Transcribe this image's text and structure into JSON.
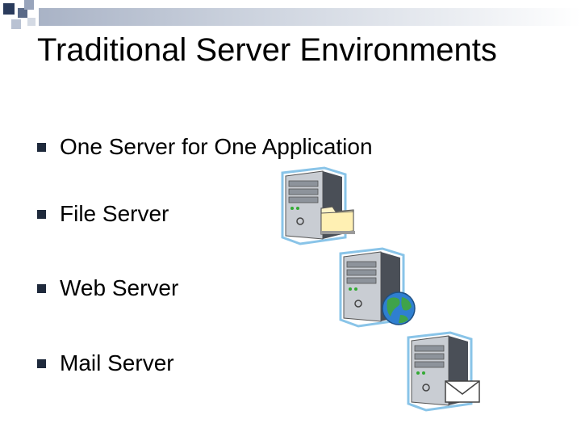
{
  "slide": {
    "title": "Traditional Server Environments",
    "bullets": [
      {
        "label": "One Server for One Application"
      },
      {
        "label": "File Server",
        "icon": "file-server-icon"
      },
      {
        "label": "Web Server",
        "icon": "web-server-icon"
      },
      {
        "label": "Mail Server",
        "icon": "mail-server-icon"
      }
    ]
  },
  "colors": {
    "bullet": "#1f2a3c",
    "band_dark": "#2a3b5c",
    "band_light": "#a9b3c6",
    "server_body": "#c9cdd3",
    "server_dark": "#4a4f57",
    "server_outline": "#89c4e8"
  }
}
